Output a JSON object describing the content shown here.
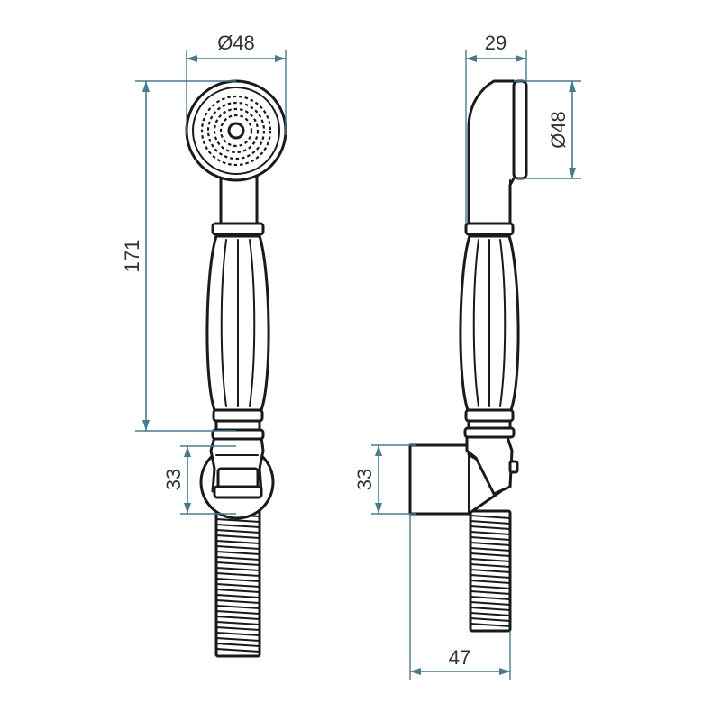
{
  "colors": {
    "outline": "#1a1a1a",
    "dimension_line": "#4a7a8c",
    "dimension_text": "#333333",
    "background": "#ffffff"
  },
  "dimensions": {
    "front_head_diameter": "Ø48",
    "front_overall_height": "171",
    "front_bracket_height": "33",
    "side_head_depth": "29",
    "side_head_diameter": "Ø48",
    "side_bracket_height": "33",
    "side_bracket_depth": "47"
  }
}
